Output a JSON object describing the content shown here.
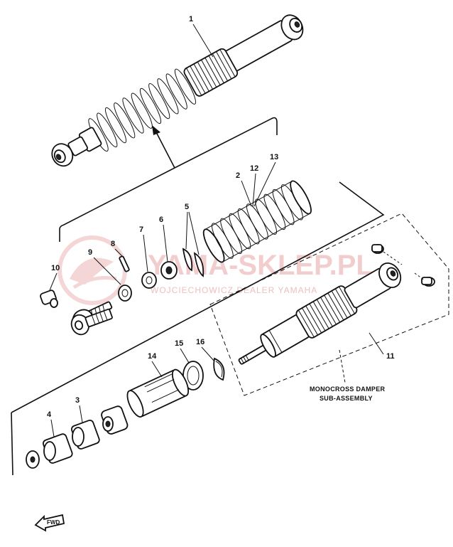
{
  "labels": {
    "p1": "1",
    "p2": "2",
    "p12": "12",
    "p13": "13",
    "p3": "3",
    "p4": "4",
    "p5": "5",
    "p6": "6",
    "p7": "7",
    "p8": "8",
    "p9": "9",
    "p10": "10",
    "p11": "11",
    "p14": "14",
    "p15": "15",
    "p16": "16"
  },
  "caption": {
    "line1": "MONOCROSS DAMPER",
    "line2": "SUB-ASSEMBLY"
  },
  "fwd_label": "FWD",
  "watermark": {
    "main": "YAMA-SKLEP.PL",
    "sub": "WOJCIECHOWICZ DEALER YAMAHA"
  },
  "colors": {
    "ink": "#111111",
    "watermark": "#e8a5a5"
  }
}
